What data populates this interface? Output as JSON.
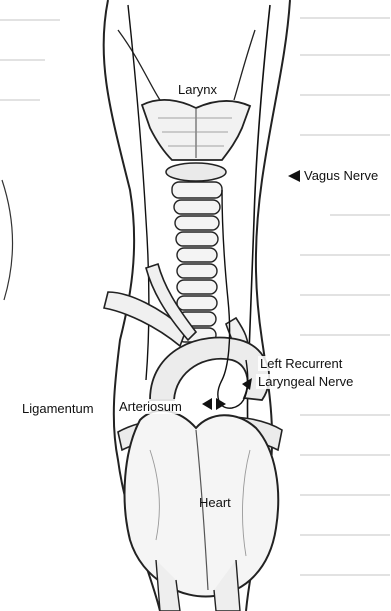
{
  "labels": {
    "larynx": "Larynx",
    "vagus_nerve": "Vagus Nerve",
    "left_recurrent_line1": "Left Recurrent",
    "left_recurrent_line2": "Laryngeal Nerve",
    "ligamentum": "Ligamentum",
    "arteriosum": "Arteriosum",
    "heart": "Heart"
  }
}
